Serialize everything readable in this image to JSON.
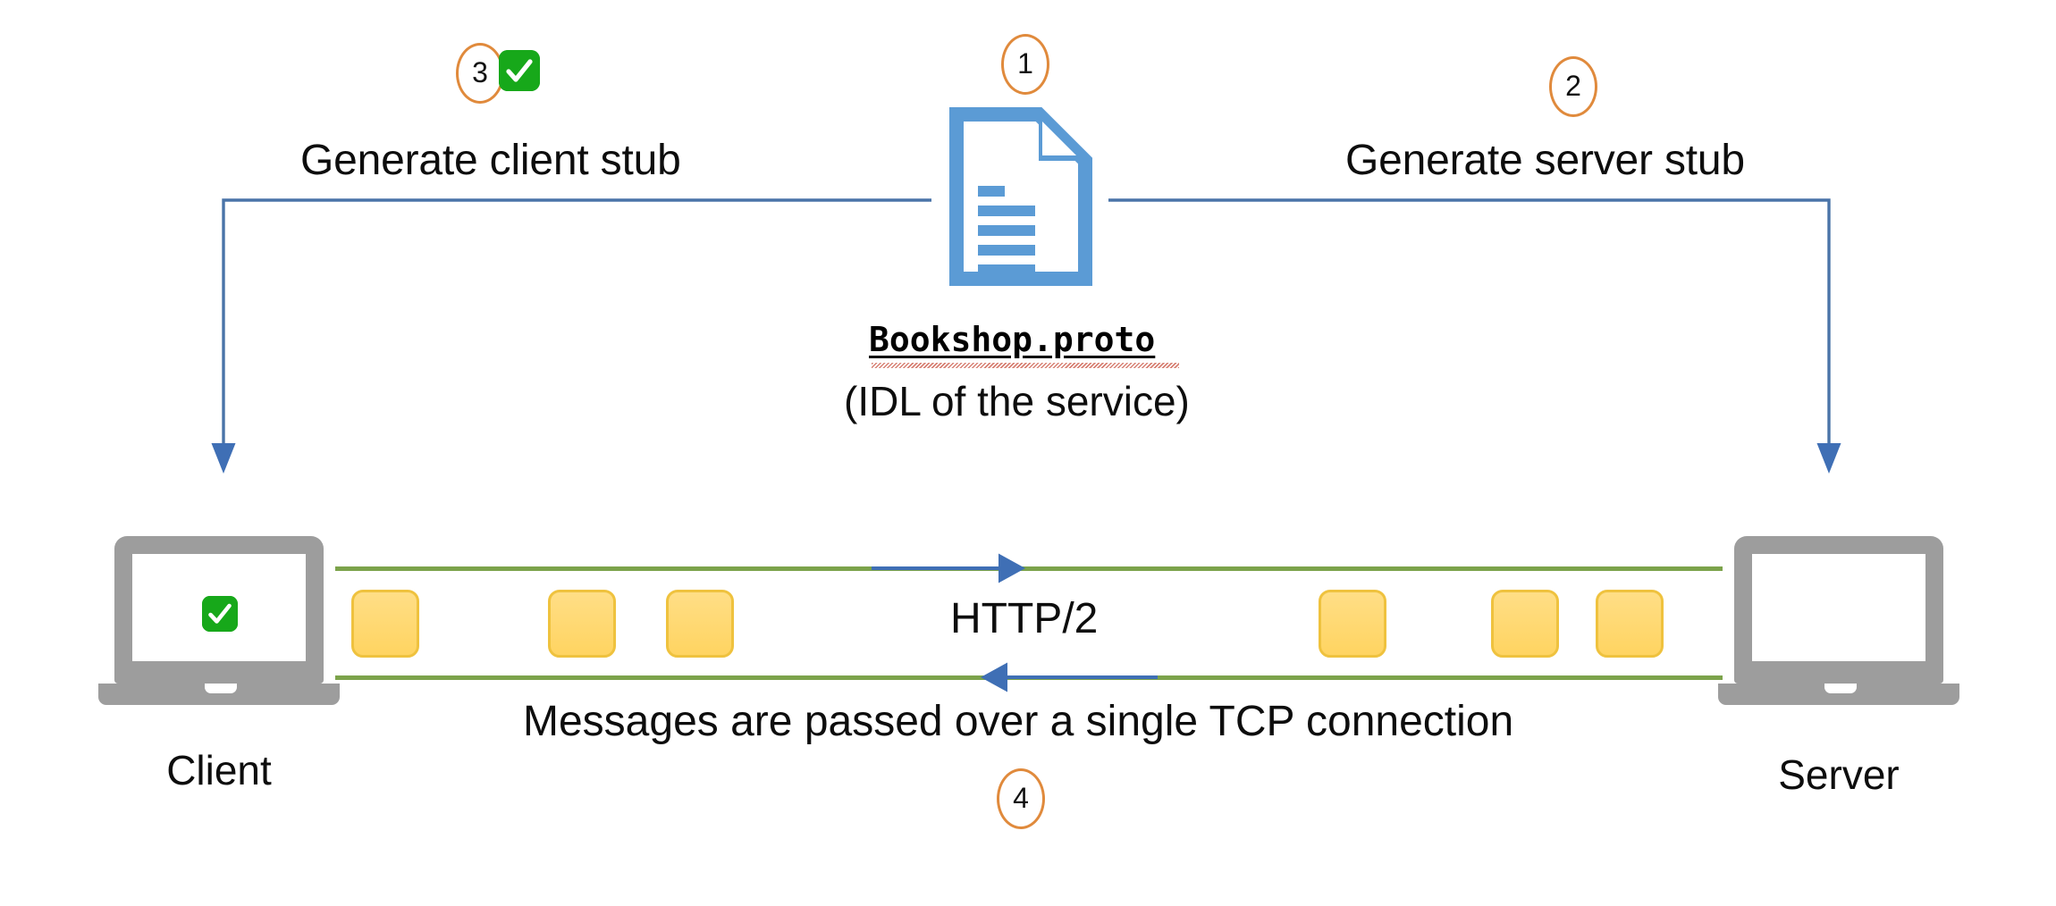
{
  "diagram": {
    "title": "gRPC service generation and HTTP/2 messaging flow",
    "colors": {
      "marker_border": "#E08A3C",
      "doc_blue": "#5B9BD5",
      "connector_blue": "#4A74A8",
      "arrow_blue": "#3F6FB5",
      "channel_green": "#7CA34B",
      "message_fill": "#FFD461",
      "message_border": "#EFC23E",
      "laptop_gray": "#9D9D9D",
      "check_green": "#17A81A"
    },
    "steps": [
      {
        "id": "1",
        "number": "1",
        "name": "proto-definition"
      },
      {
        "id": "2",
        "number": "2",
        "name": "generate-server-stub"
      },
      {
        "id": "3",
        "number": "3",
        "name": "generate-client-stub"
      },
      {
        "id": "4",
        "number": "4",
        "name": "tcp-connection"
      }
    ],
    "center": {
      "file_name": "Bookshop.proto",
      "file_subtitle": "(IDL of the service)",
      "icon": "document-icon"
    },
    "left": {
      "heading": "Generate client stub",
      "device_label": "Client",
      "badge": "check-badge"
    },
    "right": {
      "heading": "Generate server stub",
      "device_label": "Server"
    },
    "channel": {
      "protocol_label": "HTTP/2",
      "caption": "Messages are passed over a single TCP connection",
      "client_messages": [
        {
          "name": "message-box-c1"
        },
        {
          "name": "message-box-c2"
        },
        {
          "name": "message-box-c3"
        }
      ],
      "server_messages": [
        {
          "name": "message-box-s1"
        },
        {
          "name": "message-box-s2"
        },
        {
          "name": "message-box-s3"
        }
      ],
      "request_direction": "client-to-server",
      "response_direction": "server-to-client"
    }
  }
}
